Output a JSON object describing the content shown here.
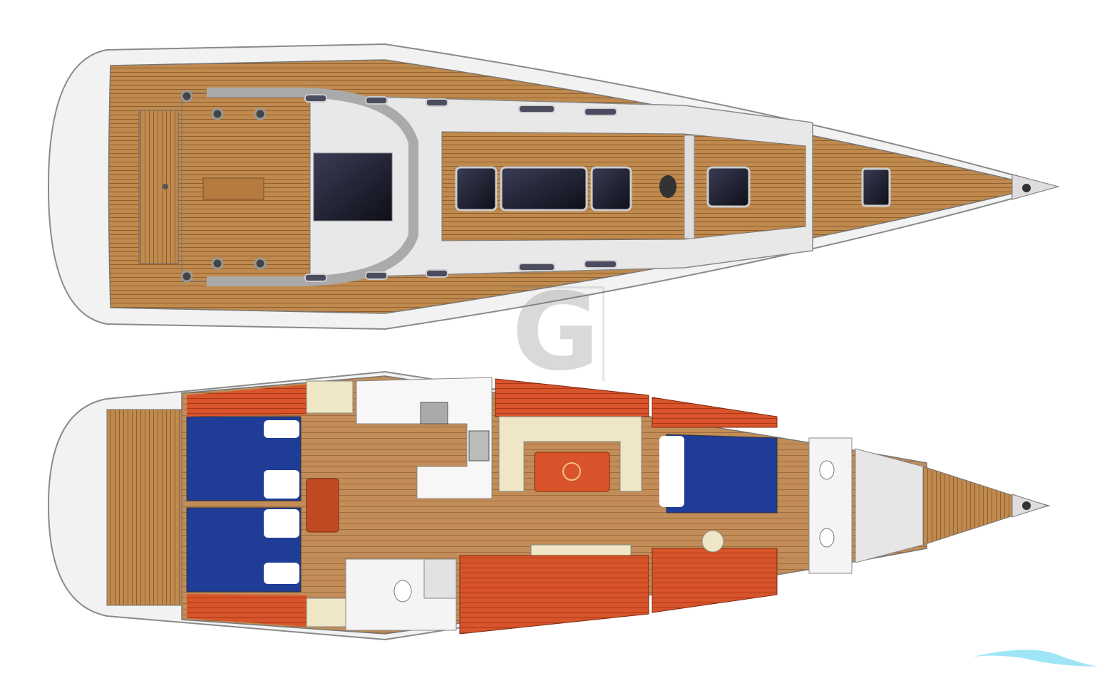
{
  "colors": {
    "teak": "#c08a4e",
    "teak_dark": "#9c6a35",
    "hull_white": "#f4f4f4",
    "outline": "#8a8a8a",
    "cabin_orange": "#d9542a",
    "berth_blue": "#1f3c96",
    "upholstery": "#eee6c4",
    "window_dark": "#1a1c2a",
    "logo_cyan": "#5fd3f0"
  },
  "watermark": {
    "letter": "G"
  },
  "views": [
    {
      "name": "deck-plan"
    },
    {
      "name": "interior-layout"
    }
  ]
}
